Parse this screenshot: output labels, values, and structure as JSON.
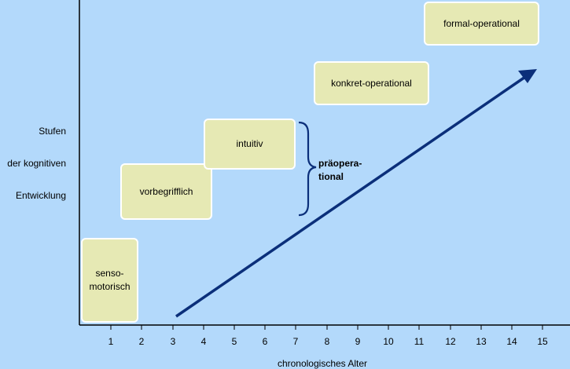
{
  "y_axis_label": [
    "Stufen",
    "der kognitiven",
    "Entwicklung"
  ],
  "x_axis_label": "chronologisches Alter",
  "x_ticks": [
    "1",
    "2",
    "3",
    "4",
    "5",
    "6",
    "7",
    "8",
    "9",
    "10",
    "11",
    "12",
    "13",
    "14",
    "15"
  ],
  "stages": [
    {
      "lines": [
        "senso-",
        "motorisch"
      ]
    },
    {
      "lines": [
        "vorbegrifflich"
      ]
    },
    {
      "lines": [
        "intuitiv"
      ]
    },
    {
      "lines": [
        "konkret-operational"
      ]
    },
    {
      "lines": [
        "formal-operational"
      ]
    }
  ],
  "brace_label": [
    "präopera-",
    "tional"
  ],
  "colors": {
    "background": "#b3d9fb",
    "box": "#e6e9b4",
    "arrow": "#0b2f7a"
  }
}
